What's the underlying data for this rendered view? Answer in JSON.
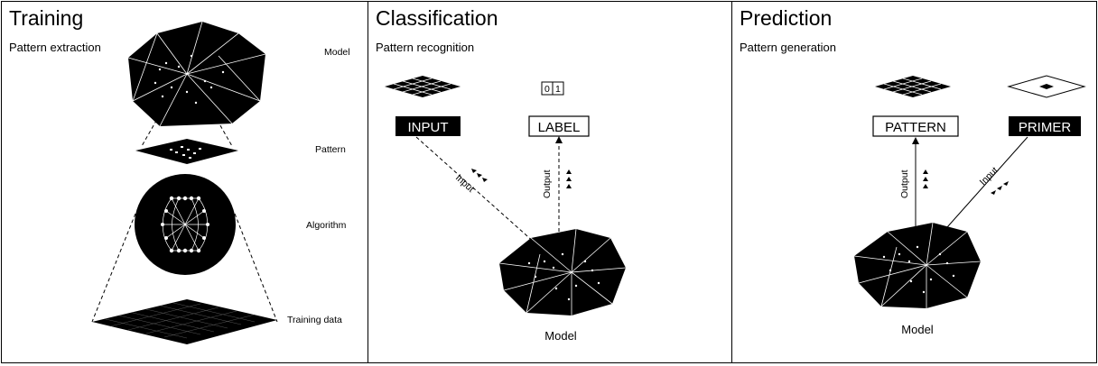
{
  "training": {
    "title": "Training",
    "subtitle": "Pattern extraction",
    "labels": {
      "model": "Model",
      "pattern": "Pattern",
      "algorithm": "Algorithm",
      "training_data": "Training data"
    }
  },
  "classification": {
    "title": "Classification",
    "subtitle": "Pattern recognition",
    "input_box": "INPUT",
    "label_box": "LABEL",
    "binary_digits": [
      "0",
      "1"
    ],
    "input_arrow_label": "Input",
    "output_arrow_label": "Output",
    "model_caption": "Model"
  },
  "prediction": {
    "title": "Prediction",
    "subtitle": "Pattern generation",
    "pattern_box": "PATTERN",
    "primer_box": "PRIMER",
    "output_arrow_label": "Output",
    "input_arrow_label": "Input",
    "model_caption": "Model"
  }
}
